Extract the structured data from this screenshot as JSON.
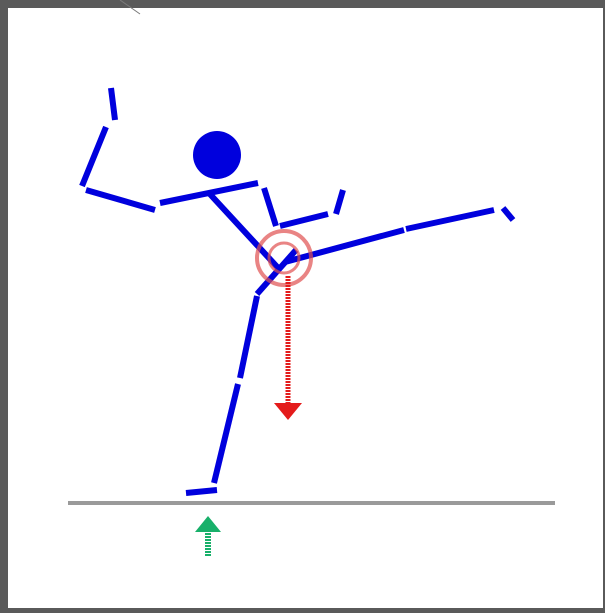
{
  "diagram": {
    "colors": {
      "figure": "#0000dd",
      "ground": "#9a9a9a",
      "weight_arrow": "#e41b1b",
      "support_arrow": "#18b06a",
      "center_of_mass": "#e05050",
      "background": "#ffffff",
      "frame": "#5a5a5a"
    },
    "elements": [
      "stick-figure",
      "center-of-mass-marker",
      "gravity-arrow",
      "ground-reaction-arrow",
      "ground-line"
    ]
  }
}
